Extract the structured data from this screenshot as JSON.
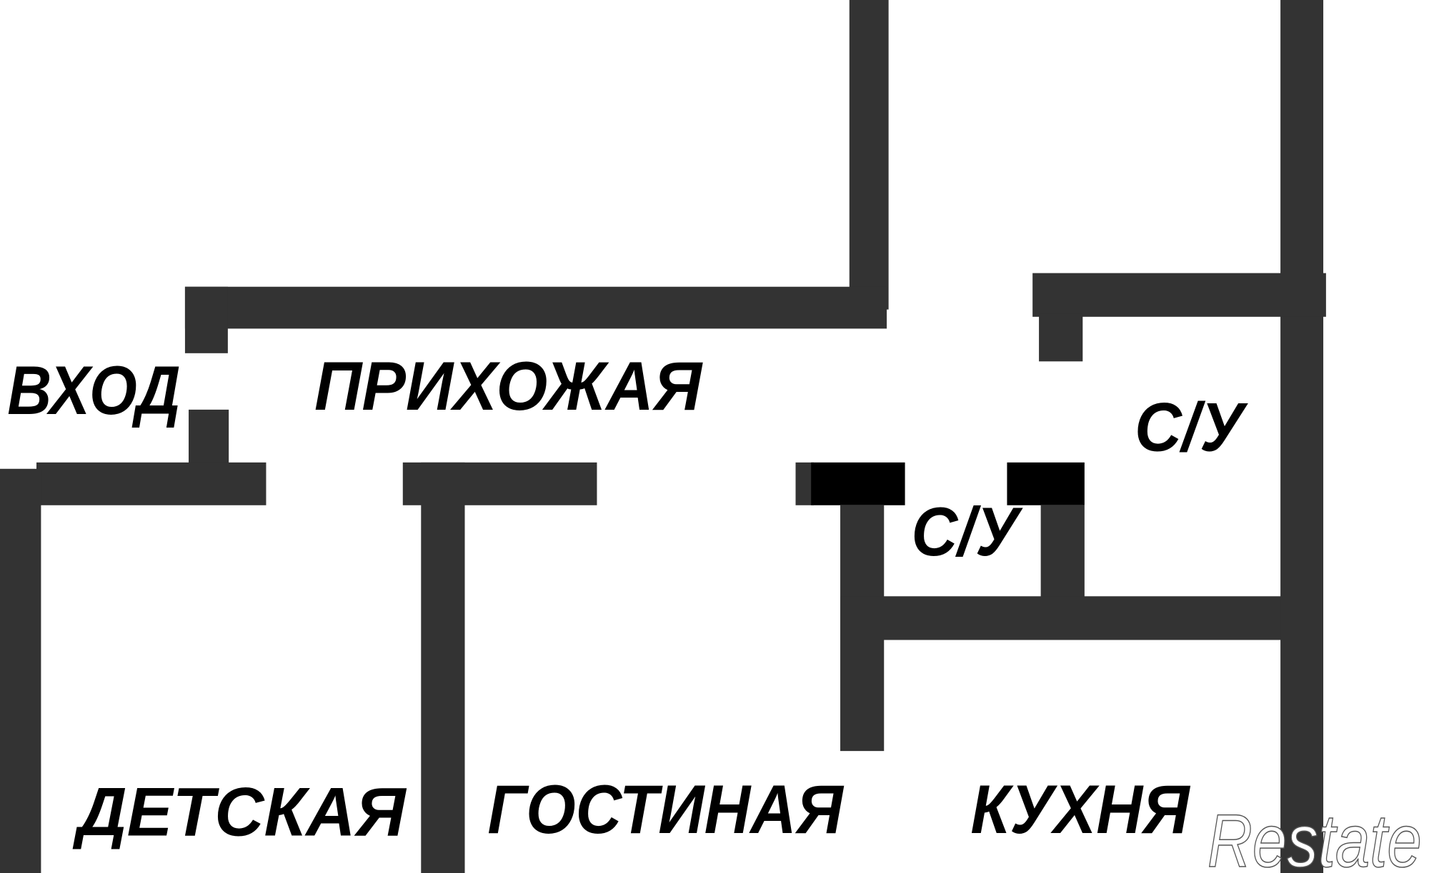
{
  "labels": {
    "entrance": "ВХОД",
    "hallway": "ПРИХОЖАЯ",
    "bathroom_1": "С/У",
    "bathroom_2": "С/У",
    "kids_room": "ДЕТСКАЯ",
    "living_room": "ГОСТИНАЯ",
    "kitchen": "КУХНЯ"
  },
  "watermark": "Restate",
  "colors": {
    "wall": "#333333",
    "wall_accent": "#000000",
    "background": "#ffffff"
  }
}
